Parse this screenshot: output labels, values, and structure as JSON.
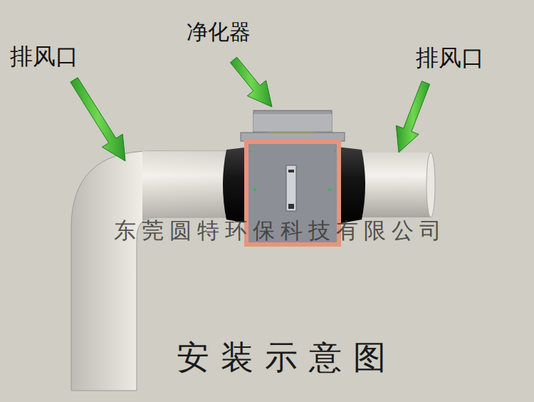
{
  "diagram": {
    "caption": "安装示意图",
    "labels": [
      "排风口",
      "净化器",
      "排风口",
      "东莞圆特环保科技有限公司"
    ]
  }
}
